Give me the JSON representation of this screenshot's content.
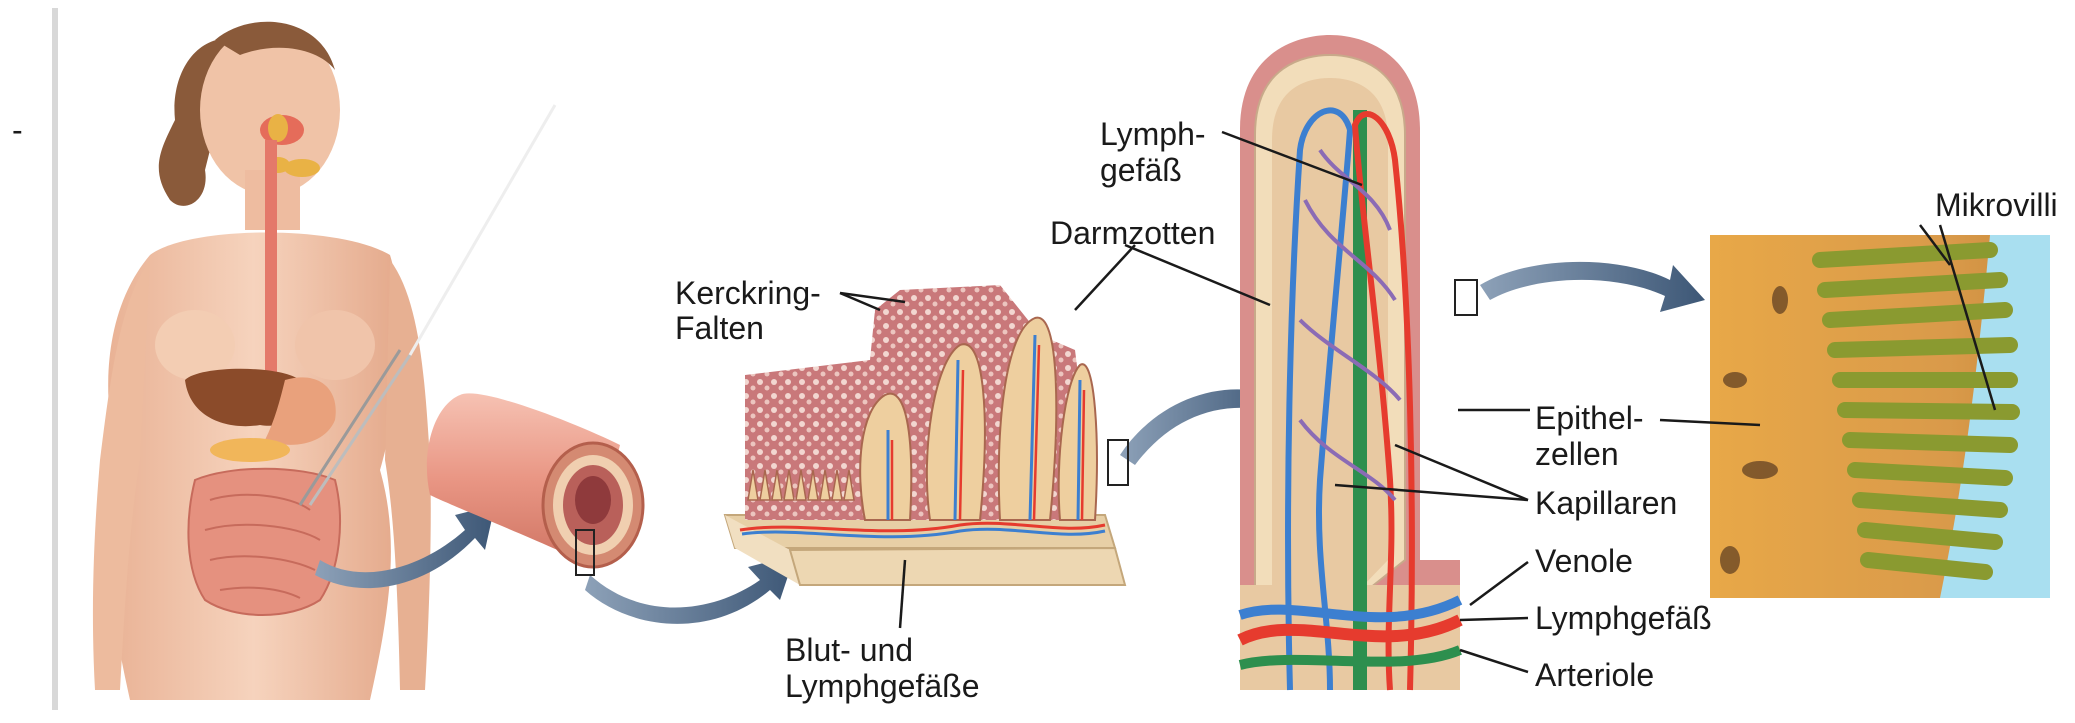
{
  "page": {
    "dash": "-"
  },
  "labels": {
    "kerckring_line1": "Kerckring-",
    "kerckring_line2": "Falten",
    "darmzotten": "Darmzotten",
    "blut_line1": "Blut- und",
    "blut_line2": "Lymphgefäße",
    "lymph_top_line1": "Lymph-",
    "lymph_top_line2": "gefäß",
    "epithel_line1": "Epithel-",
    "epithel_line2": "zellen",
    "kapillaren": "Kapillaren",
    "venole": "Venole",
    "lymphgefaess": "Lymphgefäß",
    "arteriole": "Arteriole",
    "mikrovilli": "Mikrovilli"
  },
  "colors": {
    "skin": "#f1c6ac",
    "intestine": "#e9a08e",
    "villus_tissue": "#d98f8c",
    "villus_fill": "#e8c9a2",
    "artery": "#e63b2e",
    "vein": "#3c7fd0",
    "lymph": "#2d8f4e",
    "arrow": "#4a6585",
    "micro_bg": "#e0a050",
    "micro_villi": "#8a9a30",
    "micro_lumen": "#a9dff0"
  }
}
